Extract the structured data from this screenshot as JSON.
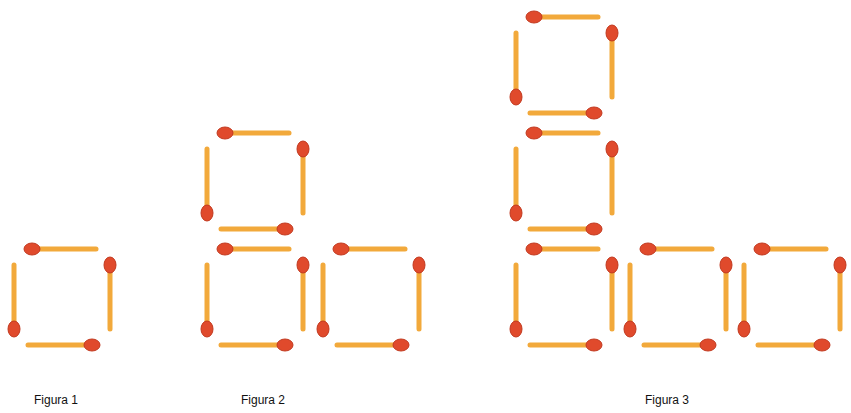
{
  "diagram": {
    "labels": [
      "Figura 1",
      "Figura 2",
      "Figura 3"
    ]
  }
}
